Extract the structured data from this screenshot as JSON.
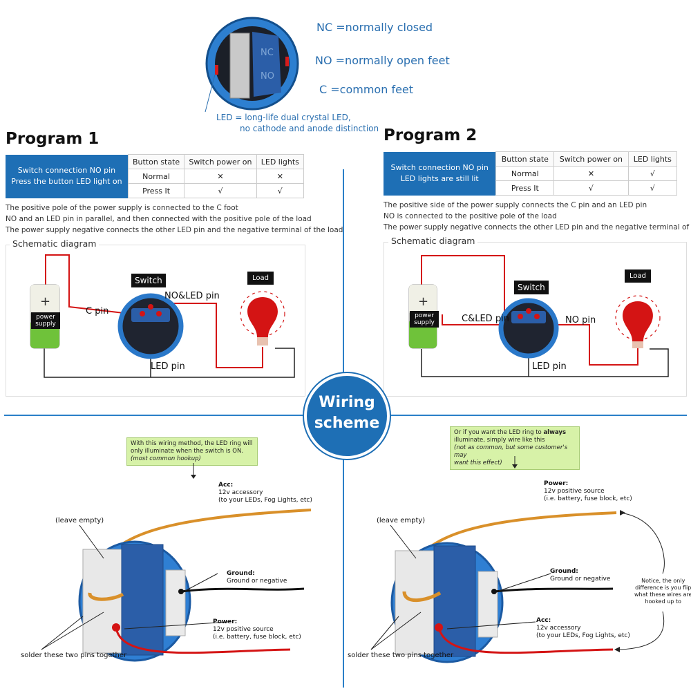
{
  "legend": {
    "nc": "NC =normally closed",
    "no": "NO =normally open feet",
    "c": "C =common feet",
    "led_line1": "LED = long-life dual crystal LED,",
    "led_line2": "no cathode and anode distinction"
  },
  "program1": {
    "title": "Program 1",
    "table": {
      "blue_text_1": "Switch connection NO pin",
      "blue_text_2": "Press the button LED light on",
      "headers": [
        "Button state",
        "Switch power on",
        "LED lights"
      ],
      "rows": [
        [
          "Normal",
          "✕",
          "✕"
        ],
        [
          "Press It",
          "√",
          "√"
        ]
      ]
    },
    "desc": [
      "The positive pole of the power supply is connected to the C foot",
      "NO and an LED pin in parallel, and then connected with the positive pole of the load",
      "The power supply negative connects the other LED pin and the negative terminal of the load"
    ],
    "schematic_title": "Schematic diagram",
    "labels": {
      "switch": "Switch",
      "load": "Load",
      "power_supply": "power supply",
      "c_pin": "C pin",
      "no_led_pin": "NO&LED pin",
      "led_pin": "LED pin"
    }
  },
  "program2": {
    "title": "Program 2",
    "table": {
      "blue_text_1": "Switch connection NO pin",
      "blue_text_2": "LED lights are still lit",
      "headers": [
        "Button state",
        "Switch power on",
        "LED lights"
      ],
      "rows": [
        [
          "Normal",
          "✕",
          "√"
        ],
        [
          "Press It",
          "√",
          "√"
        ]
      ]
    },
    "desc": [
      "The positive side of the power supply connects the C pin and an LED pin",
      "NO is connected to the positive pole of the load",
      "The power supply negative connects the other LED pin and the negative terminal of the load"
    ],
    "schematic_title": "Schematic diagram",
    "labels": {
      "switch": "Switch",
      "load": "Load",
      "power_supply": "power supply",
      "c_led_pin": "C&LED pin",
      "no_pin": "NO pin",
      "led_pin": "LED pin"
    }
  },
  "badge": {
    "line1": "Wiring",
    "line2": "scheme"
  },
  "wiring_left": {
    "note": {
      "line1": "With this wiring method, the LED ring will",
      "line2": "only illuminate when the switch is ON.",
      "line3": "(most common hookup)"
    },
    "acc": {
      "title": "Acc:",
      "line1": "12v accessory",
      "line2": "(to your LEDs, Fog Lights, etc)"
    },
    "ground": {
      "title": "Ground:",
      "line1": "Ground or negative"
    },
    "power": {
      "title": "Power:",
      "line1": "12v positive source",
      "line2": "(i.e. battery, fuse block, etc)"
    },
    "leave_empty": "(leave empty)",
    "solder": "solder these two pins together"
  },
  "wiring_right": {
    "note": {
      "line1a": "Or if you want the LED ring to ",
      "line1b": "always",
      "line2": "illuminate, simply wire like this",
      "line3": "(not as common, but some customer's may",
      "line4": "want this effect)"
    },
    "power": {
      "title": "Power:",
      "line1": "12v positive source",
      "line2": "(i.e. battery, fuse block, etc)"
    },
    "ground": {
      "title": "Ground:",
      "line1": "Ground or negative"
    },
    "acc": {
      "title": "Acc:",
      "line1": "12v accessory",
      "line2": "(to your LEDs, Fog Lights, etc)"
    },
    "notice": [
      "Notice, the only",
      "difference is you flip",
      "what these wires are",
      "hooked up to"
    ],
    "leave_empty": "(leave empty)",
    "solder": "solder these two pins together"
  },
  "colors": {
    "blue": "#1e6fb5",
    "legend_text": "#2a6fb0",
    "wire_red": "#d41414",
    "wire_orange": "#d9902a",
    "note_green": "#d7f2a8"
  }
}
